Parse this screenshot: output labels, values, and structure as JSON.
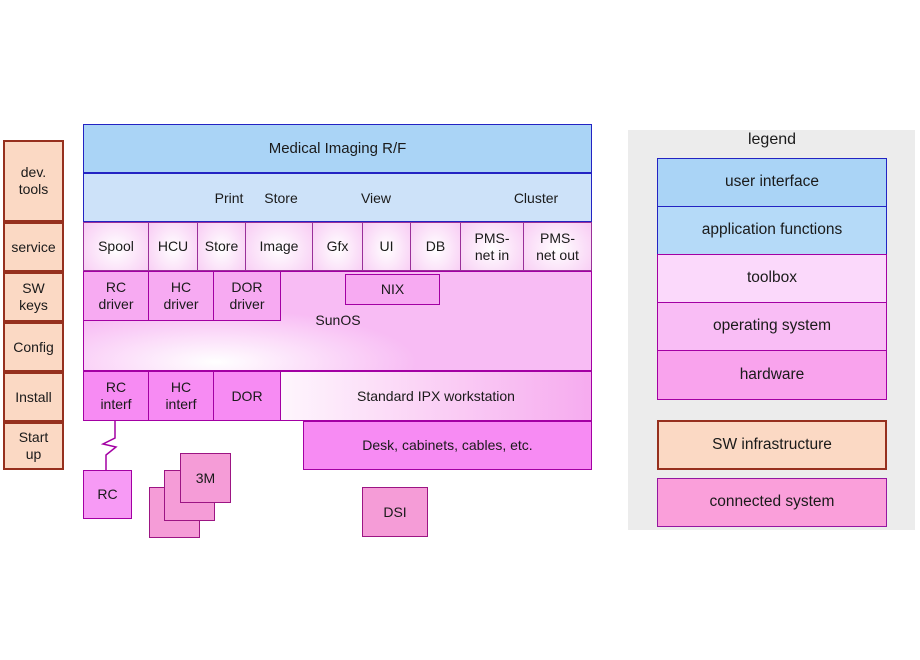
{
  "palette": {
    "user_interface_blue": "#aad4f6",
    "application_functions_blue": "#cde2f9",
    "toolbox_pink": "#fbd9fb",
    "operating_system_pink": "#f8bcf4",
    "hardware_magenta": "#f78bf3",
    "sw_infrastructure_peach": "#fbd9c4",
    "connected_system_rose": "#fa9fda",
    "blue_border": "#2323c3",
    "magenta_border": "#a300a3",
    "peach_border": "#96301e"
  },
  "sidebar": {
    "items": [
      "dev.\ntools",
      "service",
      "SW\nkeys",
      "Config",
      "Install",
      "Start\nup"
    ]
  },
  "stack": {
    "title": "Medical Imaging R/F",
    "app_row": [
      "Print",
      "Store",
      "View",
      "Cluster"
    ],
    "toolbox_row": [
      "Spool",
      "HCU",
      "Store",
      "Image",
      "Gfx",
      "UI",
      "DB",
      "PMS-\nnet in",
      "PMS-\nnet out"
    ],
    "drivers": [
      "RC\ndriver",
      "HC\ndriver",
      "DOR\ndriver"
    ],
    "nix_label": "NIX",
    "os_label": "SunOS",
    "hw_cells": [
      "RC\ninterf",
      "HC\ninterf",
      "DOR"
    ],
    "hw_wide": "Standard IPX workstation",
    "desk_label": "Desk, cabinets, cables, etc.",
    "rc_label": "RC",
    "stacked_label": "3M",
    "dsi_label": "DSI"
  },
  "legend": {
    "title": "legend",
    "items": [
      "user interface",
      "application functions",
      "toolbox",
      "operating system",
      "hardware"
    ],
    "extra_items": [
      "SW infrastructure",
      "connected system"
    ]
  }
}
